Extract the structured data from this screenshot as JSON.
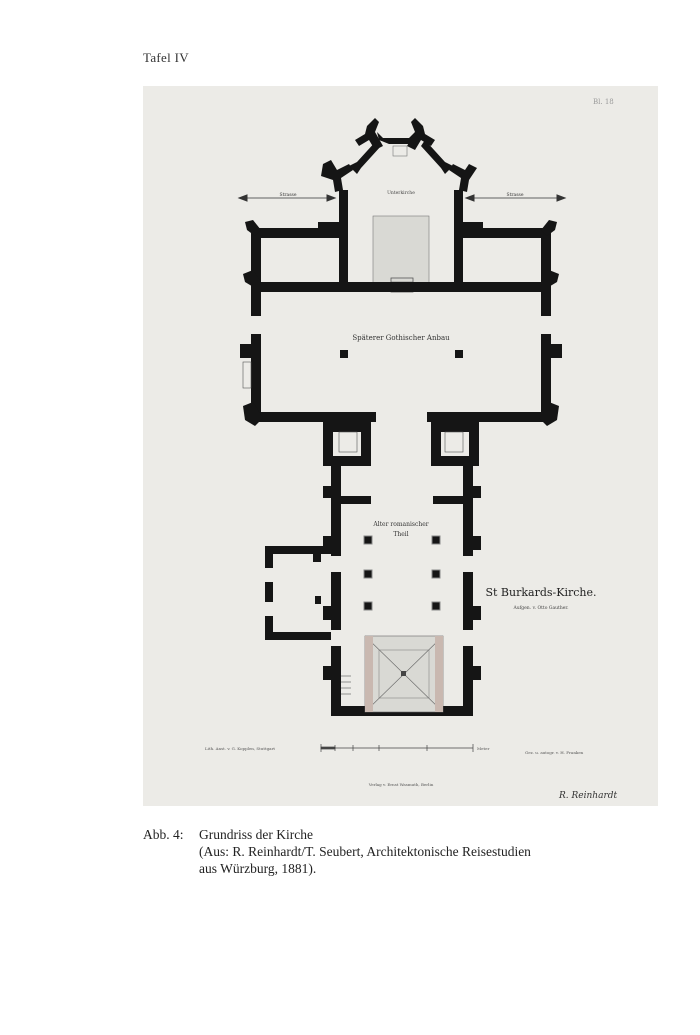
{
  "page": {
    "plate_label": "Tafel IV"
  },
  "plan": {
    "plate_number": "Bl. 18",
    "krypta_label": "Unterkirche",
    "street_label_left": "Strasse",
    "street_label_right": "Strasse",
    "gothic_label": "Späterer Gothischer Anbau",
    "romanesque_label_1": "Alter romanischer",
    "romanesque_label_2": "Theil",
    "church_title": "St Burkards-Kirche.",
    "church_subtitle": "Aufgen. v. Otto Gauther.",
    "lith_credit": "Lith. Anst. v. G. Kopplen, Stuttgart",
    "scale_label": "Meter",
    "drawn_credit": "Gez. u. autogr. v. H. Franken",
    "publisher": "Verlag v. Ernst Wasmuth, Berlin",
    "signature": "R. Reinhardt"
  },
  "caption": {
    "label": "Abb. 4:",
    "line1": "Grundriss der Kirche",
    "line2": "(Aus: R. Reinhardt/T. Seubert, Architektonische Reisestudien",
    "line3": "aus Würzburg, 1881)."
  }
}
